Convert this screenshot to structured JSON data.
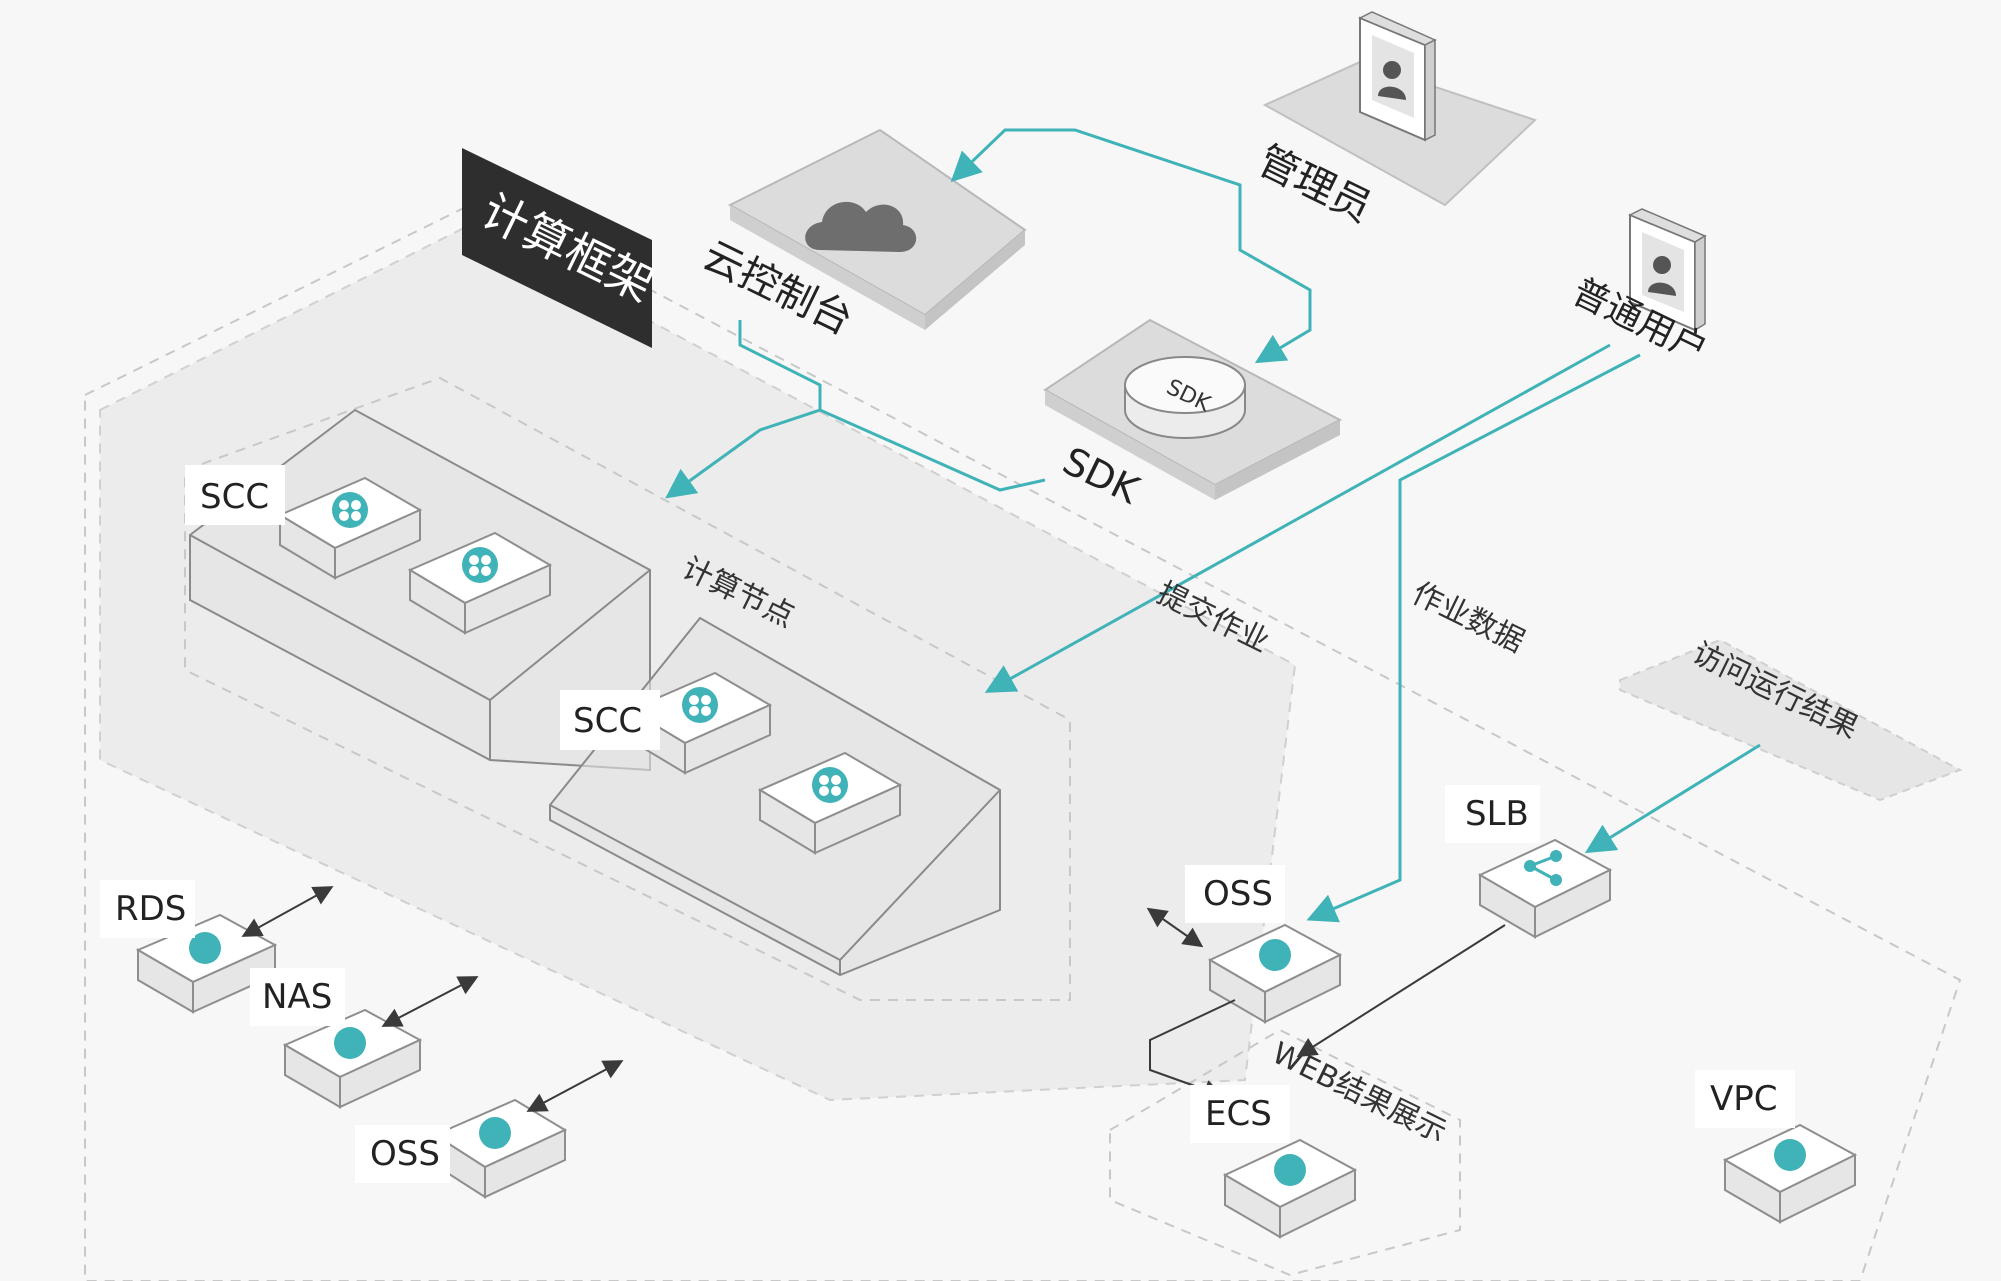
{
  "framework_title": "计算框架",
  "console": {
    "label": "云控制台"
  },
  "admin": {
    "label": "管理员"
  },
  "user": {
    "label": "普通用户"
  },
  "sdk": {
    "label": "SDK",
    "disk_text": "SDK"
  },
  "compute_nodes": "计算节点",
  "flows": {
    "submit_job": "提交作业",
    "job_data": "作业数据",
    "access_results": "访问运行结果",
    "web_display": "WEB结果展示"
  },
  "services": {
    "scc_1": "SCC",
    "scc_2": "SCC",
    "rds": "RDS",
    "nas": "NAS",
    "oss_left": "OSS",
    "oss_right": "OSS",
    "slb": "SLB",
    "ecs": "ECS",
    "vpc": "VPC"
  },
  "colors": {
    "flow_line": "#3fb3b7",
    "icon_accent": "#3fb3b7",
    "framework_bg": "#2e2e2e"
  }
}
